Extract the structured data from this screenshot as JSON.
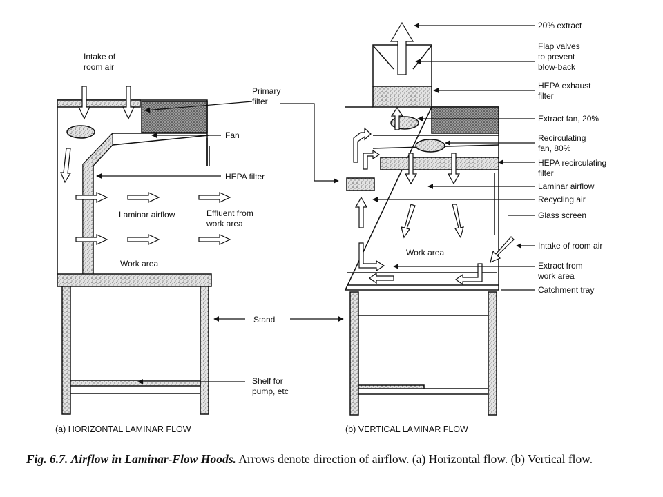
{
  "labels": {
    "intake_room_air_left": [
      "Intake of",
      "room air"
    ],
    "primary_filter": [
      "Primary",
      "filter"
    ],
    "fan": "Fan",
    "hepa_filter": "HEPA filter",
    "laminar_airflow_left": "Laminar airflow",
    "effluent": [
      "Effluent from",
      "work area"
    ],
    "work_area_left": "Work area",
    "stand": "Stand",
    "shelf": [
      "Shelf for",
      "pump, etc"
    ],
    "extract_20": "20% extract",
    "flap_valves": [
      "Flap valves",
      "to prevent",
      "blow-back"
    ],
    "hepa_exhaust": [
      "HEPA exhaust",
      "filter"
    ],
    "extract_fan": "Extract fan, 20%",
    "recirc_fan": [
      "Recirculating",
      "fan, 80%"
    ],
    "hepa_recirc": [
      "HEPA recirculating",
      "filter"
    ],
    "laminar_airflow_right": "Laminar airflow",
    "recycling_air": "Recycling air",
    "glass_screen": "Glass screen",
    "work_area_right": "Work area",
    "intake_room_air_right": "Intake of room air",
    "extract_work_area": [
      "Extract from",
      "work area"
    ],
    "catchment_tray": "Catchment tray"
  },
  "subcaptions": {
    "left": "(a) HORIZONTAL LAMINAR FLOW",
    "right": "(b) VERTICAL LAMINAR FLOW"
  },
  "caption": {
    "number": "Fig. 6.7.",
    "title": "Airflow in Laminar-Flow Hoods.",
    "text": "Arrows denote direction of airflow. (a) Horizontal flow. (b) Vertical flow."
  }
}
